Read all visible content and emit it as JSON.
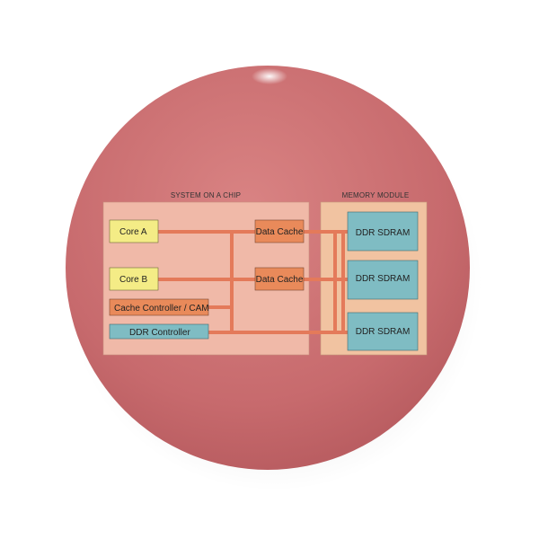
{
  "diagram": {
    "soc": {
      "title": "SYSTEM ON A CHIP"
    },
    "memory": {
      "title": "MEMORY MODULE"
    },
    "blocks": {
      "core_a": "Core A",
      "core_b": "Core B",
      "data_cache_1": "Data Cache",
      "data_cache_2": "Data Cache",
      "cache_controller": "Cache Controller / CAM",
      "ddr_controller": "DDR Controller",
      "ddr_sdram_1": "DDR SDRAM",
      "ddr_sdram_2": "DDR SDRAM",
      "ddr_sdram_3": "DDR SDRAM"
    }
  },
  "colors": {
    "badge": "#c7696c",
    "soc_panel": "#f0b9a8",
    "memory_panel": "#f1c3a1",
    "core": "#f4ec86",
    "cache": "#e98a5a",
    "ddr": "#7fbcc3",
    "bus": "#e47a5a"
  }
}
